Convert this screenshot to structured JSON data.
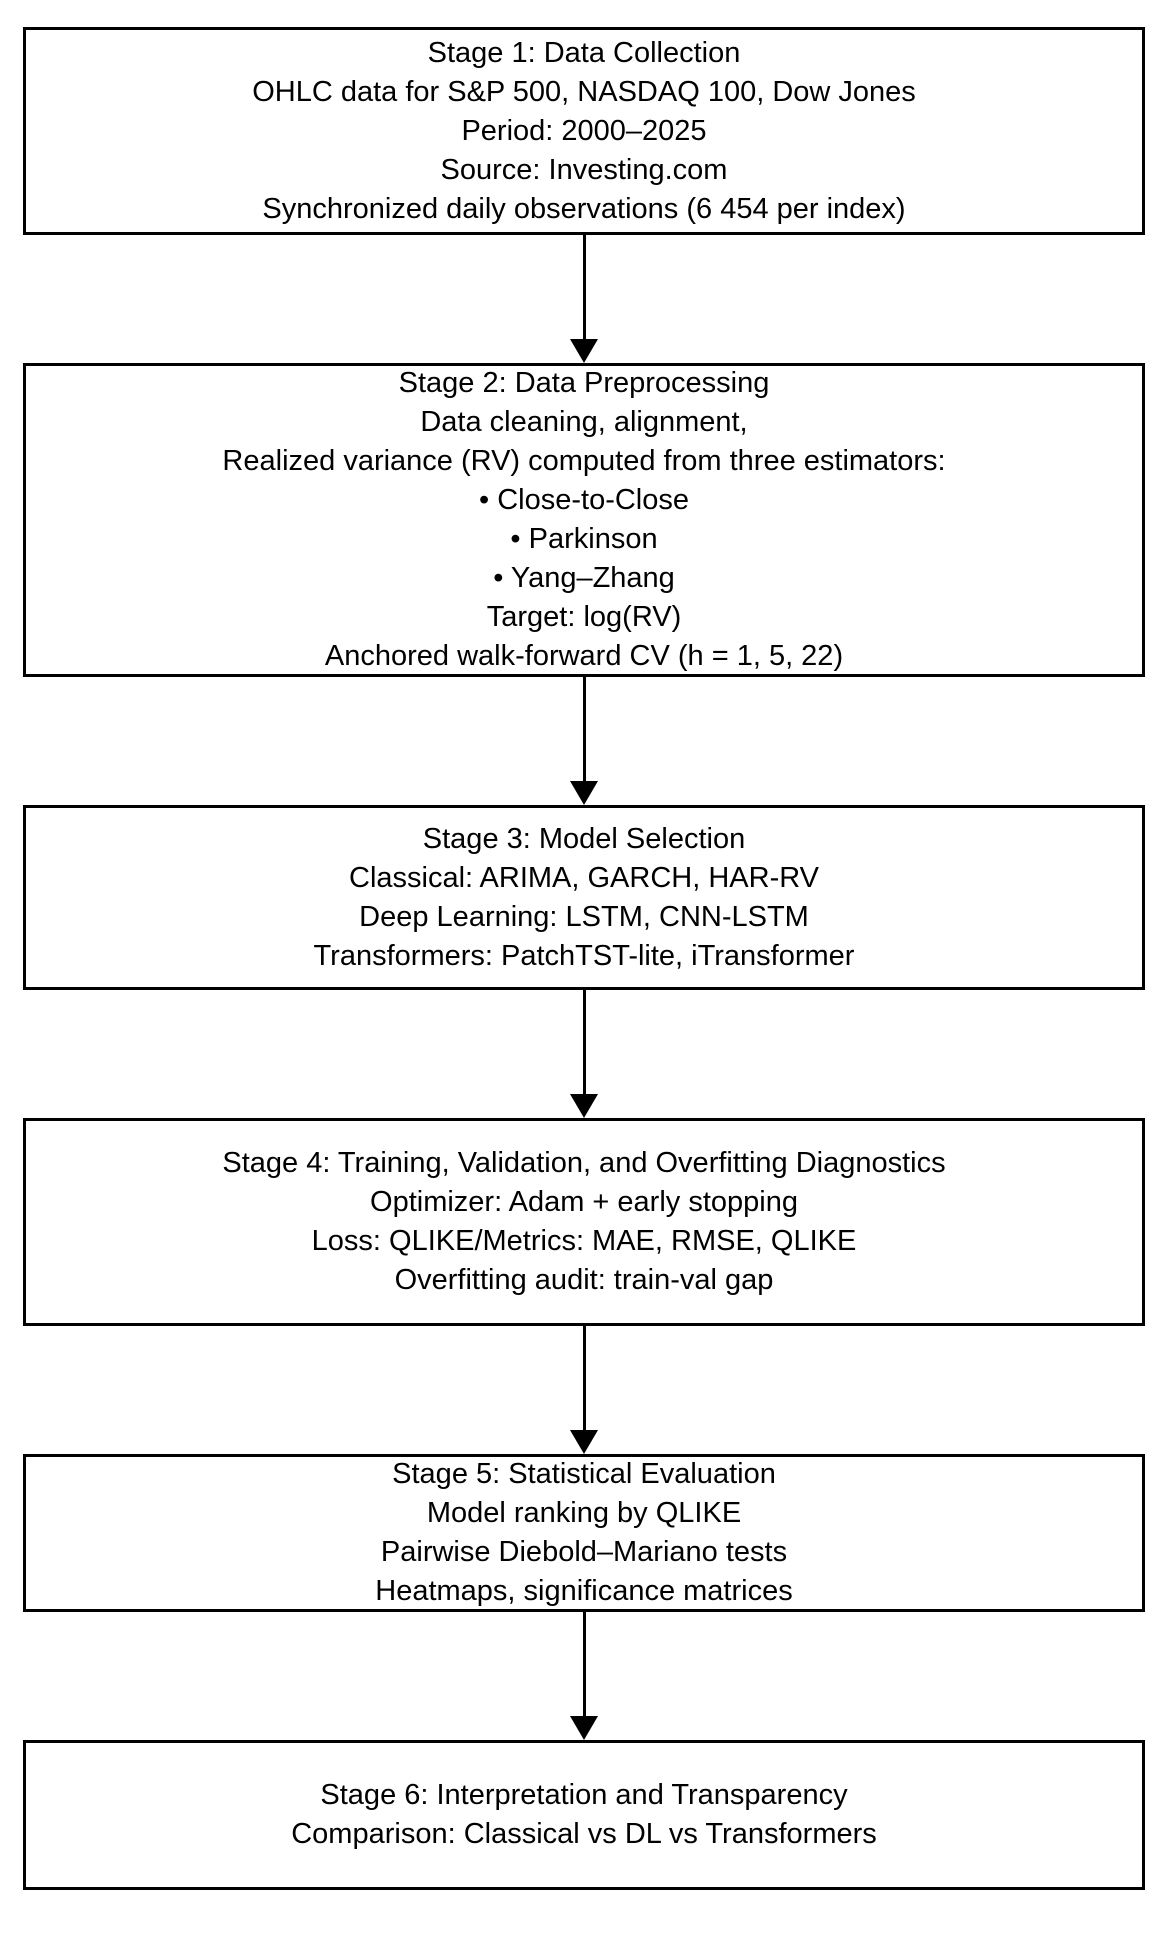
{
  "figure": {
    "background_color": "#ffffff",
    "border_color": "#000000",
    "text_color": "#000000",
    "type": "flowchart",
    "direction": "top-down"
  },
  "stages": [
    {
      "id": "stage-1",
      "lines": [
        "Stage 1: Data Collection",
        "OHLC data for S&P 500, NASDAQ 100, Dow Jones",
        "Period: 2000–2025",
        "Source: Investing.com",
        "Synchronized daily observations (6 454 per index)"
      ]
    },
    {
      "id": "stage-2",
      "lines": [
        "Stage 2: Data Preprocessing",
        "Data cleaning, alignment,",
        "Realized variance (RV) computed from three estimators:",
        "• Close-to-Close",
        "• Parkinson",
        "• Yang–Zhang",
        "Target: log(RV)",
        "Anchored walk-forward CV (h = 1, 5, 22)"
      ]
    },
    {
      "id": "stage-3",
      "lines": [
        "Stage 3: Model Selection",
        "Classical: ARIMA, GARCH, HAR-RV",
        "Deep Learning: LSTM, CNN-LSTM",
        "Transformers: PatchTST-lite, iTransformer"
      ]
    },
    {
      "id": "stage-4",
      "lines": [
        "Stage 4: Training, Validation, and Overfitting Diagnostics",
        "Optimizer: Adam + early stopping",
        "Loss: QLIKE/Metrics: MAE, RMSE, QLIKE",
        "Overfitting audit: train-val gap"
      ]
    },
    {
      "id": "stage-5",
      "lines": [
        "Stage 5: Statistical Evaluation",
        "Model ranking by QLIKE",
        "Pairwise Diebold–Mariano tests",
        "Heatmaps, significance matrices"
      ]
    },
    {
      "id": "stage-6",
      "lines": [
        "Stage 6: Interpretation and Transparency",
        "Comparison: Classical vs DL vs Transformers"
      ]
    }
  ]
}
